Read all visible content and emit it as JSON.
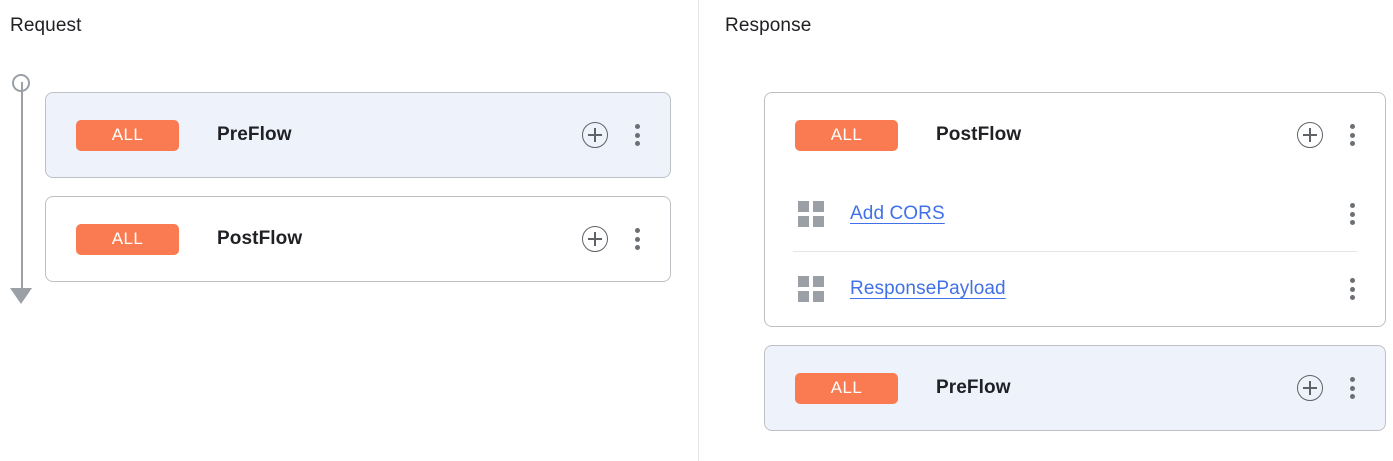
{
  "panels": [
    {
      "title": "Request",
      "rail": {
        "start_marker": "circle",
        "end_marker": "arrow-down",
        "direction": "downward"
      },
      "cards": [
        {
          "badge": "ALL",
          "name": "PreFlow",
          "selected": true,
          "add_icon": "plus-circle-icon",
          "menu_icon": "kebab-menu-icon",
          "policies": []
        },
        {
          "badge": "ALL",
          "name": "PostFlow",
          "selected": false,
          "add_icon": "plus-circle-icon",
          "menu_icon": "kebab-menu-icon",
          "policies": []
        }
      ]
    },
    {
      "title": "Response",
      "rail": {
        "start_marker": "arrow-up",
        "end_marker": "circle",
        "direction": "upward"
      },
      "cards": [
        {
          "badge": "ALL",
          "name": "PostFlow",
          "selected": false,
          "add_icon": "plus-circle-icon",
          "menu_icon": "kebab-menu-icon",
          "policies": [
            {
              "icon": "policy-grid-icon",
              "label": "Add CORS",
              "menu_icon": "kebab-menu-icon"
            },
            {
              "icon": "policy-grid-icon",
              "label": "ResponsePayload",
              "menu_icon": "kebab-menu-icon"
            }
          ]
        },
        {
          "badge": "ALL",
          "name": "PreFlow",
          "selected": true,
          "add_icon": "plus-circle-icon",
          "menu_icon": "kebab-menu-icon",
          "policies": []
        }
      ]
    }
  ],
  "colors": {
    "badge_background": "#fa7b52",
    "badge_text": "#ffffff",
    "selected_card_background": "#eef2fb",
    "card_border": "#bdc1c6",
    "link": "#4071e8",
    "rail": "#9aa0a6",
    "divider": "#e4e5e7"
  }
}
